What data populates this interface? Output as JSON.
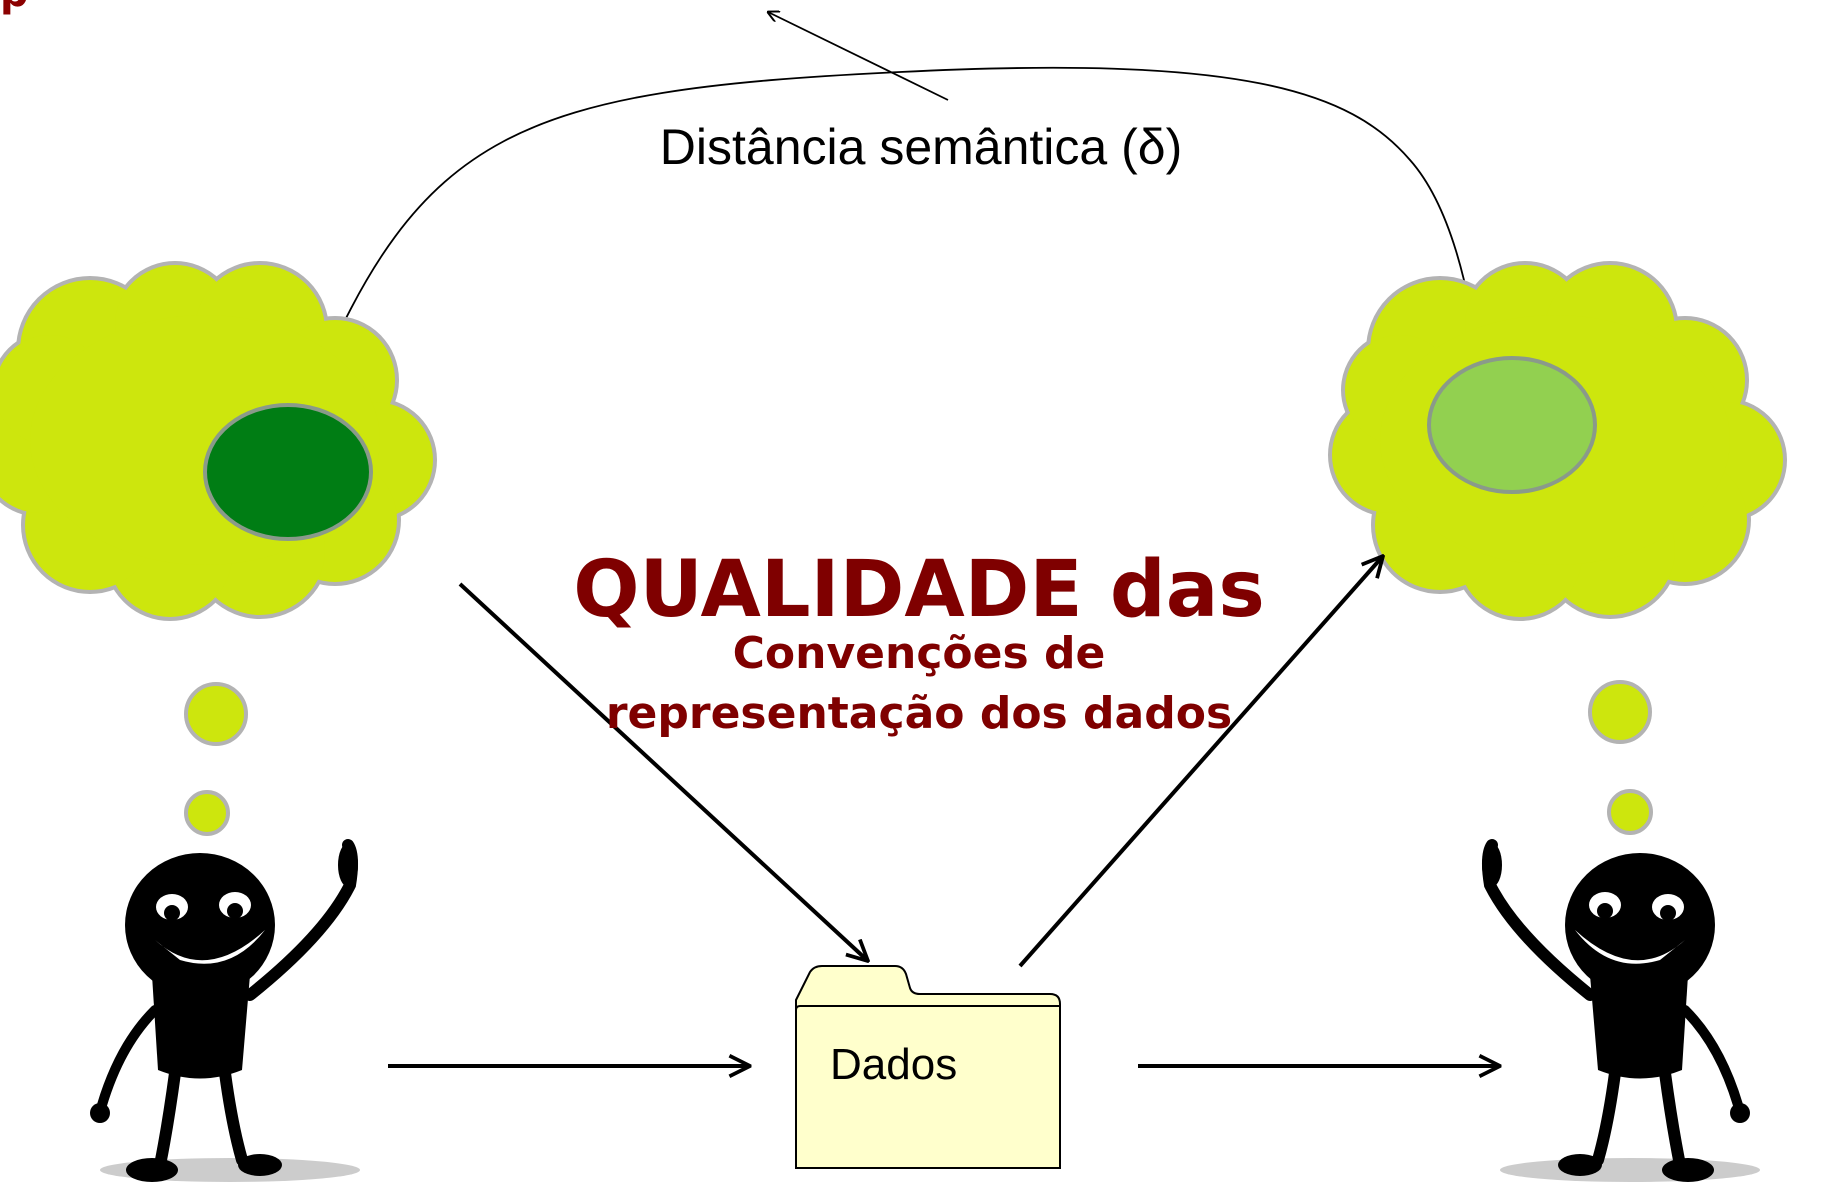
{
  "header": {
    "clipped_title": "p"
  },
  "semantic_distance": {
    "label": "Distância semântica (δ)"
  },
  "quality": {
    "title": "QUALIDADE das",
    "subtitle_line1": "Convenções de",
    "subtitle_line2": "representação dos dados"
  },
  "data_folder": {
    "label": "Dados"
  },
  "colors": {
    "cloud": "#cde60d",
    "cloud_outline": "#b3b3b3",
    "concept_sender": "#007d14",
    "concept_receiver": "#92d050",
    "quality_text": "#7f0000",
    "folder_fill": "#ffffcc"
  },
  "icons": {
    "sender": "smiley-person-icon",
    "receiver": "smiley-person-icon",
    "data": "folder-icon"
  }
}
